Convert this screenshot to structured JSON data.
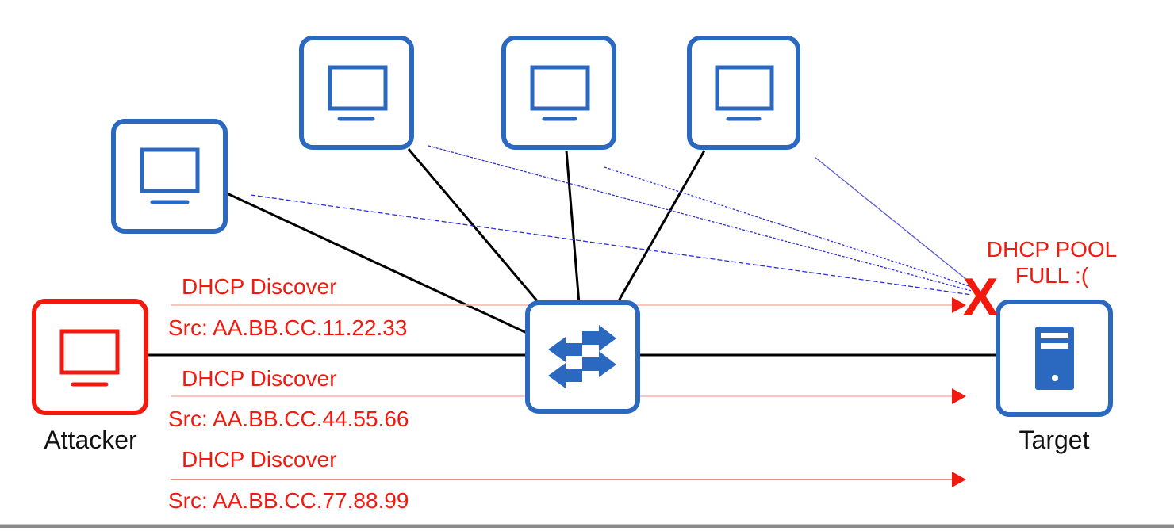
{
  "colors": {
    "device_blue": "#2a69bf",
    "attacker_red": "#f21a0f",
    "link_black": "#000000",
    "broadcast_blue": "#2b2ee0",
    "arrow_line_light": "#f7b4ac",
    "arrow_head": "#f21a0f",
    "text_red": "#f21a0f",
    "text_black": "#111111"
  },
  "nodes": {
    "attacker": {
      "label": "Attacker",
      "icon": "computer-icon"
    },
    "target": {
      "label": "Target",
      "icon": "server-icon"
    },
    "switch": {
      "icon": "switch-arrows-icon"
    },
    "clients": [
      {
        "icon": "computer-icon"
      },
      {
        "icon": "computer-icon"
      },
      {
        "icon": "computer-icon"
      },
      {
        "icon": "computer-icon"
      }
    ]
  },
  "messages": [
    {
      "title": "DHCP Discover",
      "src": "Src: AA.BB.CC.11.22.33"
    },
    {
      "title": "DHCP Discover",
      "src": "Src: AA.BB.CC.44.55.66"
    },
    {
      "title": "DHCP Discover",
      "src": "Src: AA.BB.CC.77.88.99"
    }
  ],
  "status": {
    "line1": "DHCP POOL",
    "line2": "FULL :(",
    "marker": "X"
  }
}
